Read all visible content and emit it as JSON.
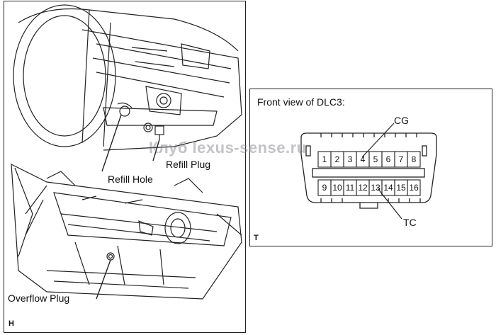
{
  "transmission": {
    "refill_hole": "Refill Hole",
    "refill_plug": "Refill Plug",
    "overflow_plug": "Overflow Plug",
    "corner_mark": "H"
  },
  "dlc3": {
    "title": "Front view of DLC3:",
    "cg_label": "CG",
    "tc_label": "TC",
    "corner_mark": "T",
    "top_pins": [
      "1",
      "2",
      "3",
      "4",
      "5",
      "6",
      "7",
      "8"
    ],
    "bottom_pins": [
      "9",
      "10",
      "11",
      "12",
      "13",
      "14",
      "15",
      "16"
    ]
  },
  "watermark": "Клуб lexus-sense.ru"
}
